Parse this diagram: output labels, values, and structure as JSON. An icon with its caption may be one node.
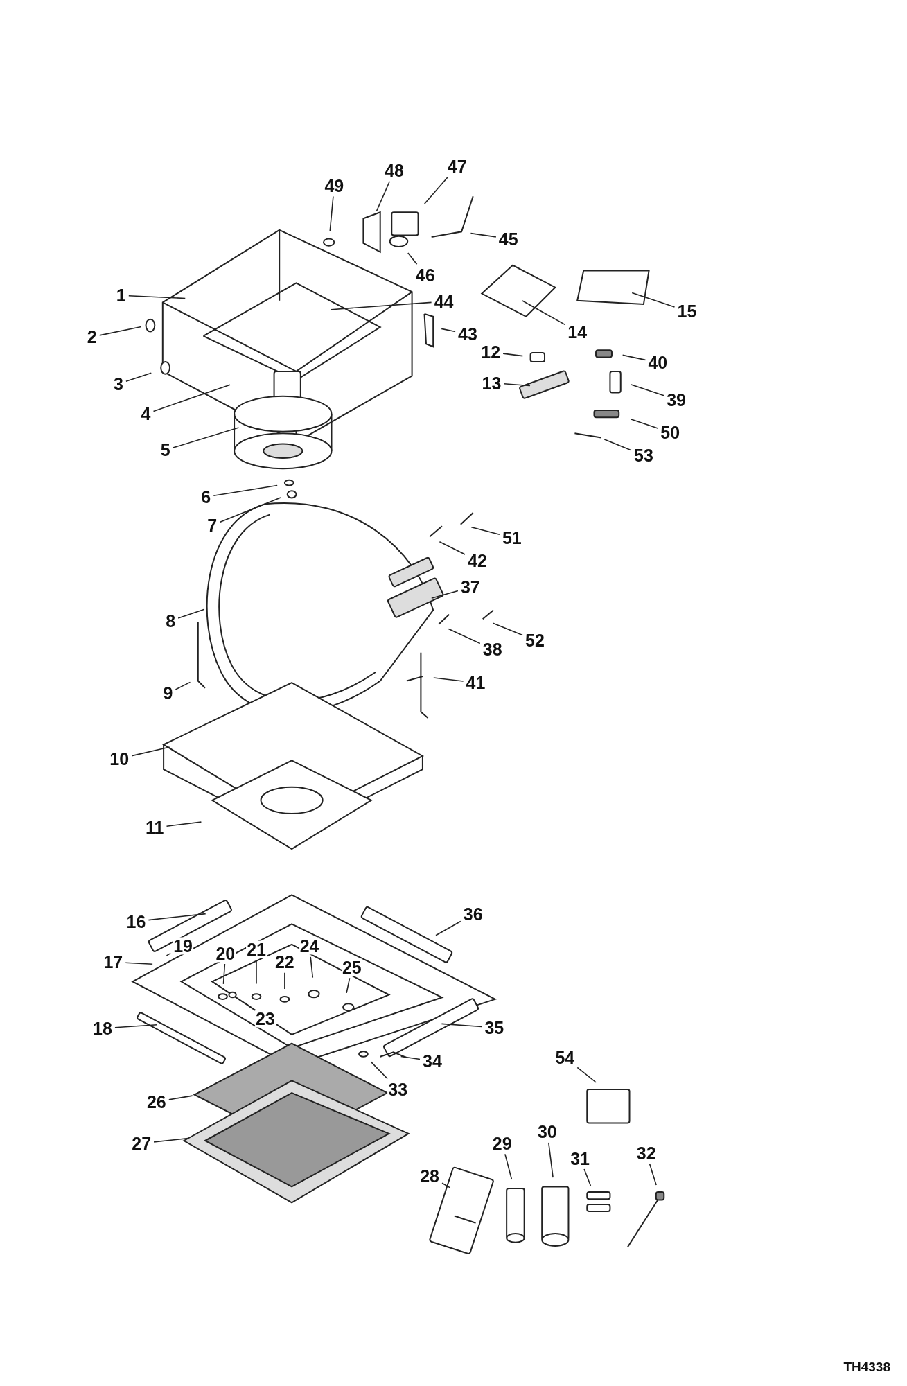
{
  "diagram": {
    "nodes": [
      {
        "text": [
          "1"
        ]
      },
      {
        "text": [
          "2"
        ]
      },
      {
        "text": [
          "3"
        ]
      },
      {
        "text": [
          "4"
        ]
      },
      {
        "text": [
          "5"
        ]
      },
      {
        "text": [
          "6"
        ]
      },
      {
        "text": [
          "7"
        ]
      },
      {
        "text": [
          "8"
        ]
      },
      {
        "text": [
          "9"
        ]
      },
      {
        "text": [
          "10"
        ]
      },
      {
        "text": [
          "11"
        ]
      },
      {
        "text": [
          "12"
        ]
      },
      {
        "text": [
          "13"
        ]
      },
      {
        "text": [
          "14"
        ]
      },
      {
        "text": [
          "15"
        ]
      },
      {
        "text": [
          "16"
        ]
      },
      {
        "text": [
          "17"
        ]
      },
      {
        "text": [
          "18"
        ]
      },
      {
        "text": [
          "19"
        ]
      },
      {
        "text": [
          "20"
        ]
      },
      {
        "text": [
          "21"
        ]
      },
      {
        "text": [
          "22"
        ]
      },
      {
        "text": [
          "23"
        ]
      },
      {
        "text": [
          "24"
        ]
      },
      {
        "text": [
          "25"
        ]
      },
      {
        "text": [
          "26"
        ]
      },
      {
        "text": [
          "27"
        ]
      },
      {
        "text": [
          "28"
        ]
      },
      {
        "text": [
          "29"
        ]
      },
      {
        "text": [
          "30"
        ]
      },
      {
        "text": [
          "31"
        ]
      },
      {
        "text": [
          "32"
        ]
      },
      {
        "text": [
          "33"
        ]
      },
      {
        "text": [
          "34"
        ]
      },
      {
        "text": [
          "35"
        ]
      },
      {
        "text": [
          "36"
        ]
      },
      {
        "text": [
          "37"
        ]
      },
      {
        "text": [
          "38"
        ]
      },
      {
        "text": [
          "39"
        ]
      },
      {
        "text": [
          "40"
        ]
      },
      {
        "text": [
          "41"
        ]
      },
      {
        "text": [
          "42"
        ]
      },
      {
        "text": [
          "43"
        ]
      },
      {
        "text": [
          "44"
        ]
      },
      {
        "text": [
          "45"
        ]
      },
      {
        "text": [
          "46"
        ]
      },
      {
        "text": [
          "47"
        ]
      },
      {
        "text": [
          "48"
        ]
      },
      {
        "text": [
          "49"
        ]
      },
      {
        "text": [
          "50"
        ]
      },
      {
        "text": [
          "51"
        ]
      },
      {
        "text": [
          "52"
        ]
      },
      {
        "text": [
          "53"
        ]
      },
      {
        "text": [
          "54"
        ]
      }
    ],
    "edges": [
      {
        "from": 0,
        "to": null,
        "arrow": "none"
      },
      {
        "from": 1,
        "to": null,
        "arrow": "none"
      },
      {
        "from": 2,
        "to": null,
        "arrow": "none"
      },
      {
        "from": 3,
        "to": null,
        "arrow": "none"
      },
      {
        "from": 4,
        "to": null,
        "arrow": "none"
      },
      {
        "from": 5,
        "to": null,
        "arrow": "none"
      },
      {
        "from": 6,
        "to": null,
        "arrow": "none"
      },
      {
        "from": 7,
        "to": null,
        "arrow": "none"
      },
      {
        "from": 8,
        "to": null,
        "arrow": "none"
      },
      {
        "from": 9,
        "to": null,
        "arrow": "none"
      },
      {
        "from": 10,
        "to": null,
        "arrow": "none"
      },
      {
        "from": 11,
        "to": null,
        "arrow": "none"
      },
      {
        "from": 12,
        "to": null,
        "arrow": "none"
      },
      {
        "from": 13,
        "to": null,
        "arrow": "none"
      },
      {
        "from": 14,
        "to": null,
        "arrow": "none"
      },
      {
        "from": 15,
        "to": null,
        "arrow": "none"
      },
      {
        "from": 16,
        "to": null,
        "arrow": "none"
      },
      {
        "from": 17,
        "to": null,
        "arrow": "none"
      },
      {
        "from": 18,
        "to": null,
        "arrow": "none"
      },
      {
        "from": 19,
        "to": null,
        "arrow": "none"
      },
      {
        "from": 20,
        "to": null,
        "arrow": "none"
      },
      {
        "from": 21,
        "to": null,
        "arrow": "none"
      },
      {
        "from": 22,
        "to": null,
        "arrow": "none"
      },
      {
        "from": 23,
        "to": null,
        "arrow": "none"
      },
      {
        "from": 24,
        "to": null,
        "arrow": "none"
      },
      {
        "from": 25,
        "to": null,
        "arrow": "none"
      },
      {
        "from": 26,
        "to": null,
        "arrow": "none"
      },
      {
        "from": 27,
        "to": null,
        "arrow": "none"
      },
      {
        "from": 28,
        "to": null,
        "arrow": "none"
      },
      {
        "from": 29,
        "to": null,
        "arrow": "none"
      },
      {
        "from": 30,
        "to": null,
        "arrow": "none"
      },
      {
        "from": 31,
        "to": null,
        "arrow": "none"
      },
      {
        "from": 32,
        "to": null,
        "arrow": "none"
      },
      {
        "from": 33,
        "to": null,
        "arrow": "none"
      },
      {
        "from": 34,
        "to": null,
        "arrow": "none"
      },
      {
        "from": 35,
        "to": null,
        "arrow": "none"
      },
      {
        "from": 36,
        "to": null,
        "arrow": "none"
      },
      {
        "from": 37,
        "to": null,
        "arrow": "none"
      },
      {
        "from": 38,
        "to": null,
        "arrow": "none"
      },
      {
        "from": 39,
        "to": null,
        "arrow": "none"
      },
      {
        "from": 40,
        "to": null,
        "arrow": "none"
      },
      {
        "from": 41,
        "to": null,
        "arrow": "none"
      },
      {
        "from": 42,
        "to": null,
        "arrow": "none"
      },
      {
        "from": 43,
        "to": null,
        "arrow": "none"
      },
      {
        "from": 44,
        "to": null,
        "arrow": "none"
      },
      {
        "from": 45,
        "to": null,
        "arrow": "none"
      },
      {
        "from": 46,
        "to": null,
        "arrow": "none"
      },
      {
        "from": 47,
        "to": null,
        "arrow": "none"
      },
      {
        "from": 48,
        "to": null,
        "arrow": "none"
      },
      {
        "from": 49,
        "to": null,
        "arrow": "none"
      },
      {
        "from": 50,
        "to": null,
        "arrow": "none"
      },
      {
        "from": 51,
        "to": null,
        "arrow": "none"
      },
      {
        "from": 52,
        "to": null,
        "arrow": "none"
      },
      {
        "from": 53,
        "to": null,
        "arrow": "none"
      }
    ],
    "labels": [
      "TH4338"
    ]
  }
}
